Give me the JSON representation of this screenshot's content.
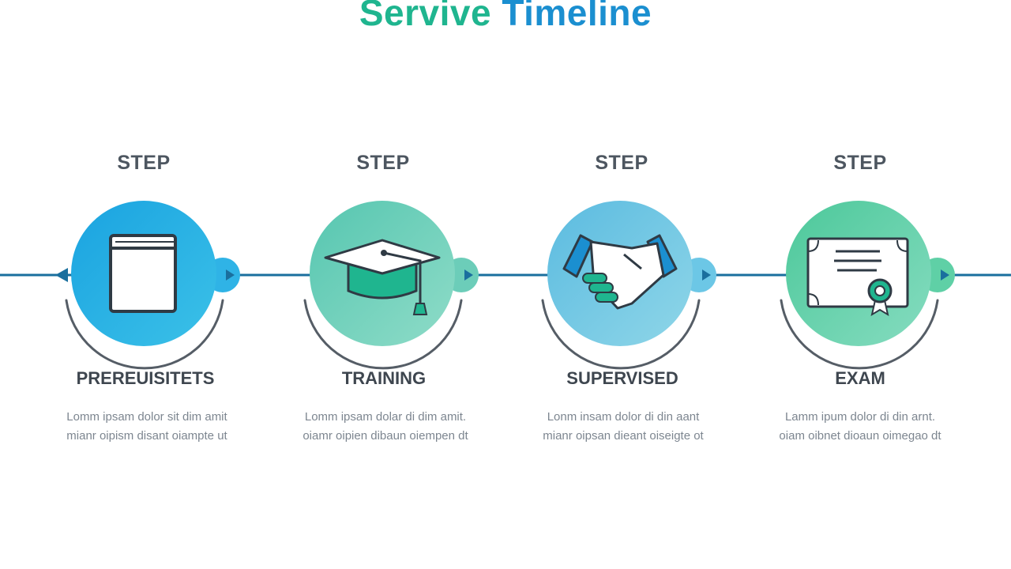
{
  "title": {
    "part1": "Servive",
    "part2": "Timeline"
  },
  "colors": {
    "line": "#1a6f9e",
    "teal": "#1fb58f",
    "blue": "#1b8fd0",
    "text_dark": "#3e464f",
    "text_muted": "#7d8690"
  },
  "steps": [
    {
      "label": "STEP",
      "name": "PREREUISITETS",
      "description": "Lomm ipsam dolor sit dim amit mianr oipism disant oiampte ut",
      "icon": "book-icon",
      "circle_colors": [
        "#1aa3e0",
        "#3bc1e8"
      ]
    },
    {
      "label": "STEP",
      "name": "TRAINING",
      "description": "Lomm ipsam dolar di dim amit. oiamr oipien dibaun oiempen dt",
      "icon": "graduation-cap-icon",
      "circle_colors": [
        "#56c6b0",
        "#8fdcc8"
      ]
    },
    {
      "label": "STEP",
      "name": "SUPERVISED",
      "description": "Lonm insam dolor di din aant mianr oipsan dieant oiseigte ot",
      "icon": "handshake-icon",
      "circle_colors": [
        "#5bbbe0",
        "#8fd6e8"
      ]
    },
    {
      "label": "STEP",
      "name": "EXAM",
      "description": "Lamm ipum dolor di din arnt. oiam oibnet dioaun oimegao dt",
      "icon": "certificate-icon",
      "circle_colors": [
        "#4cc89a",
        "#86dcc0"
      ]
    }
  ]
}
